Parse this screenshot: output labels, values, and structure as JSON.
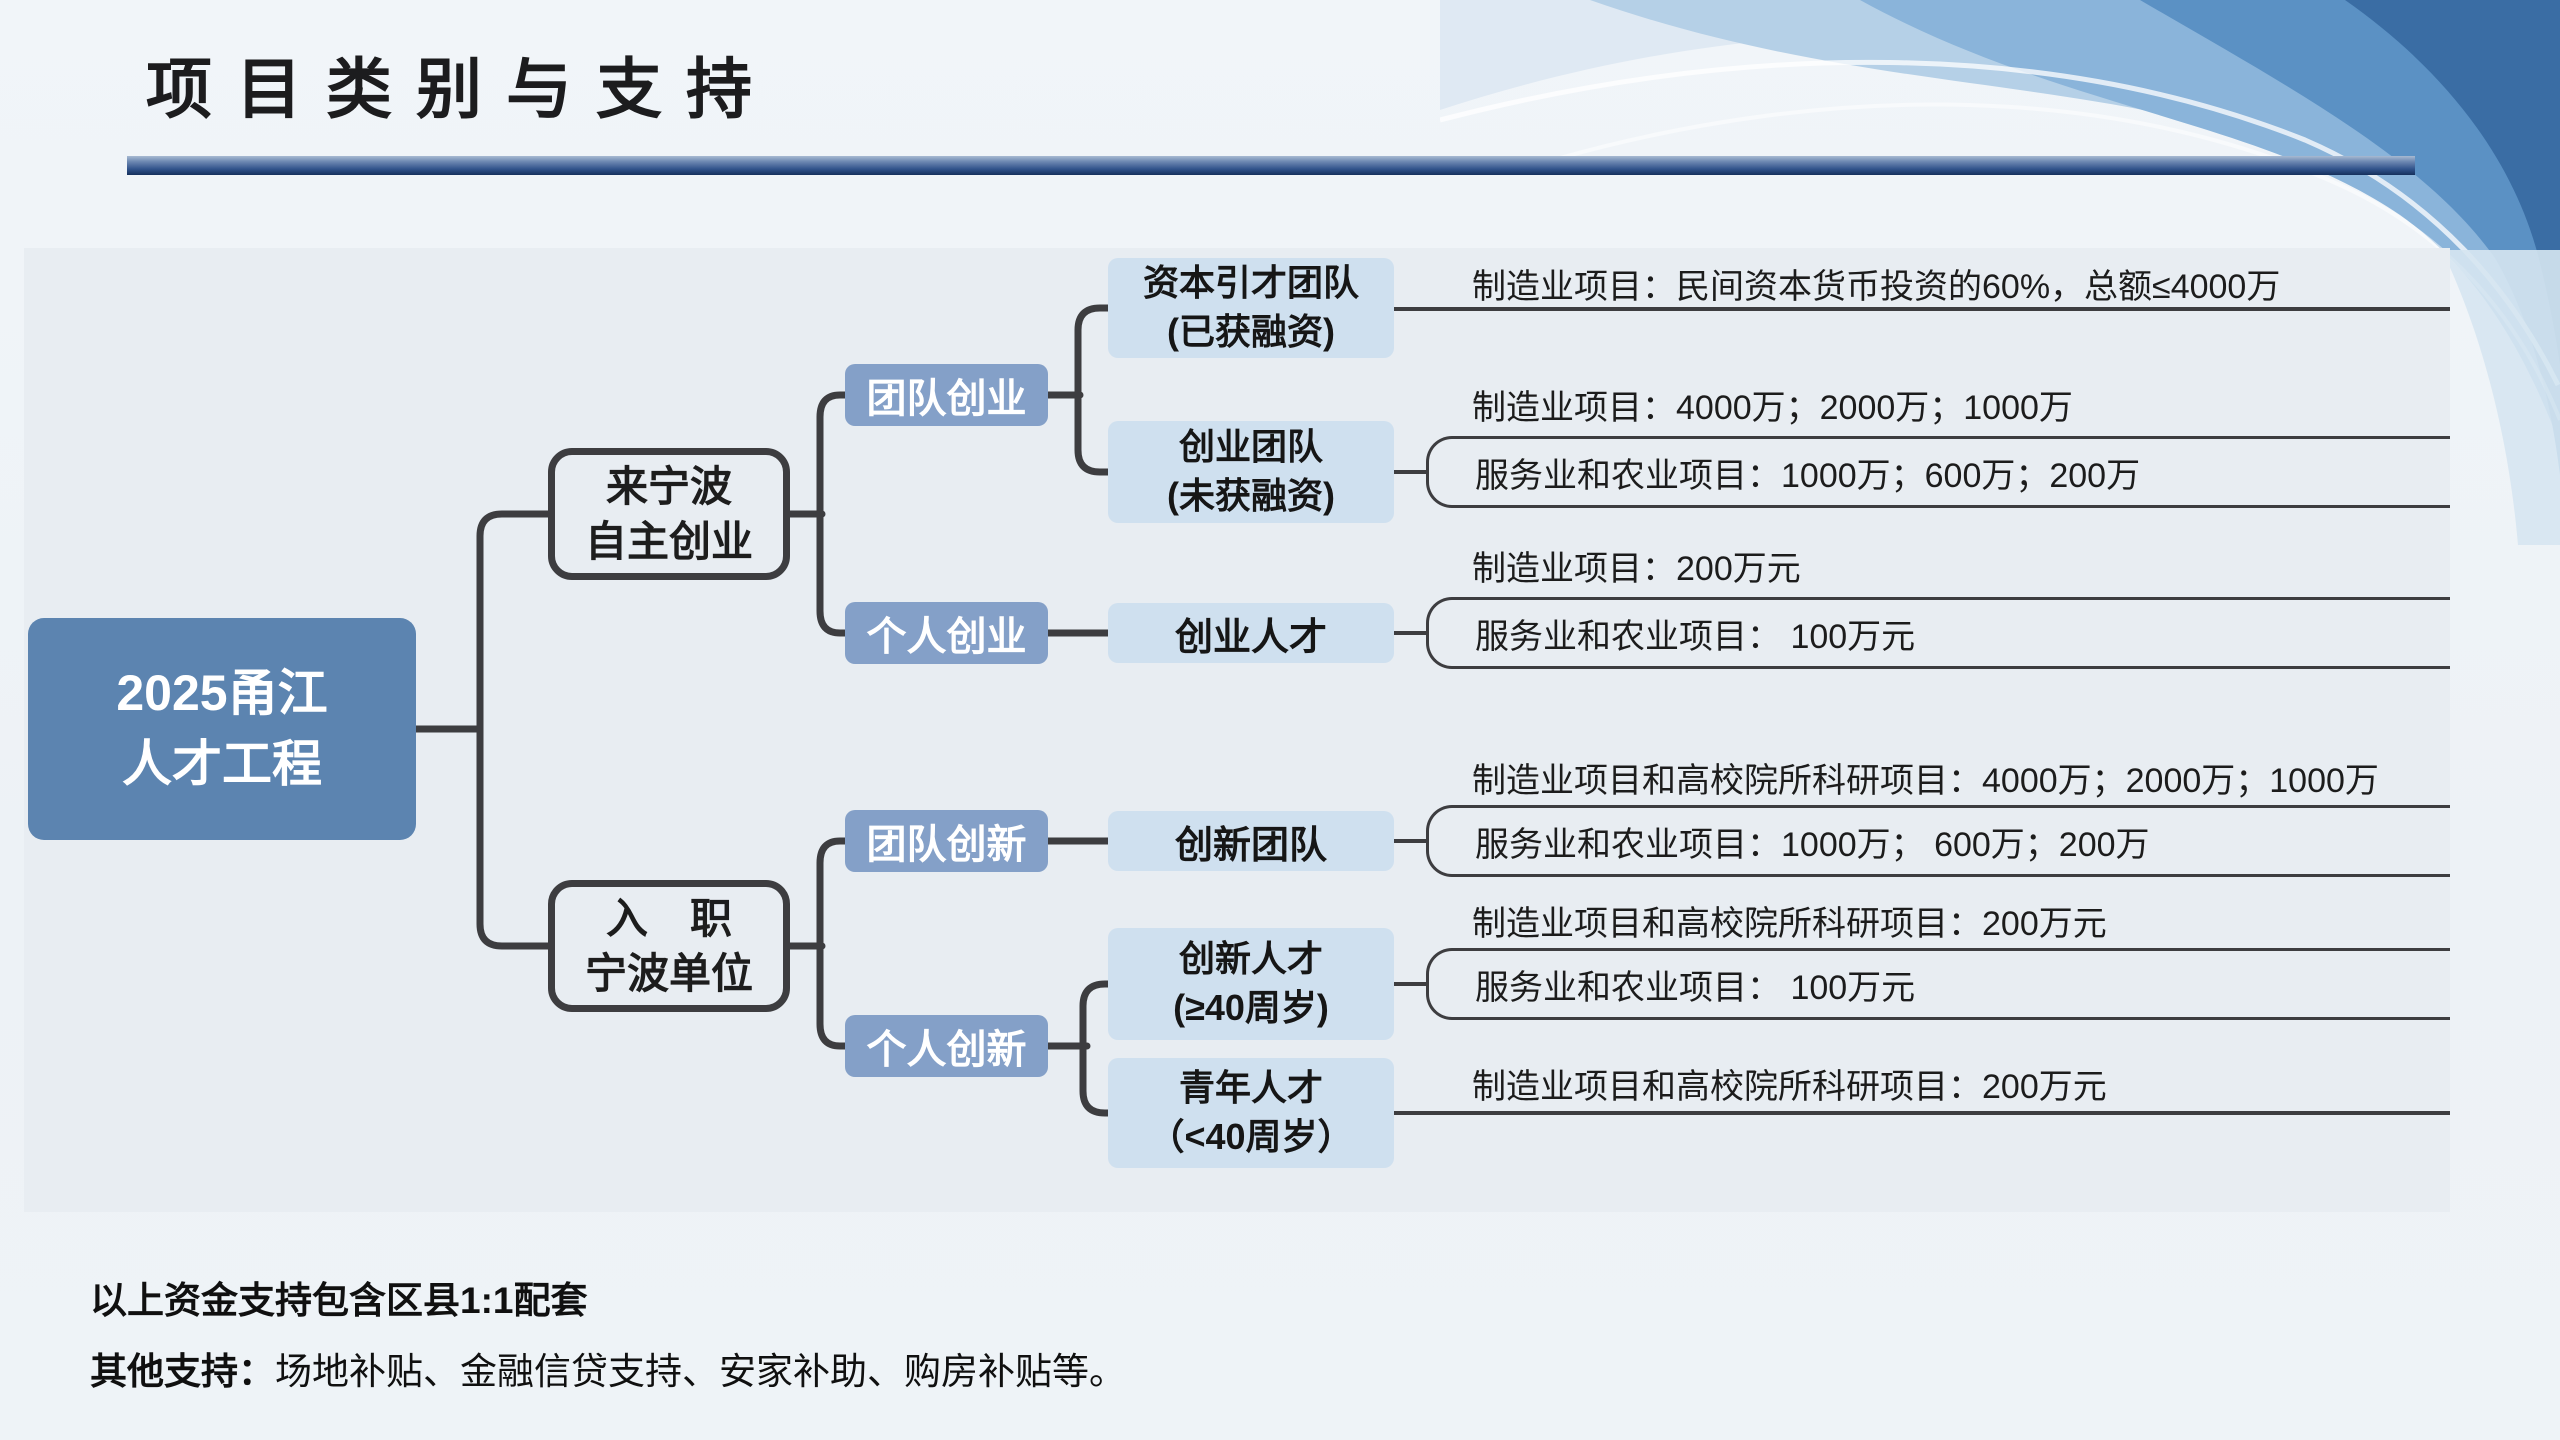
{
  "title": "项目类别与支持",
  "tree": {
    "root": {
      "l1": "2025甬江",
      "l2": "人才工程"
    },
    "b1": {
      "l1": "来宁波",
      "l2": "自主创业"
    },
    "b2": {
      "l1": "入　职",
      "l2": "宁波单位"
    },
    "team_startup": {
      "label": "团队创业"
    },
    "personal_startup": {
      "label": "个人创业"
    },
    "team_innovation": {
      "label": "团队创新"
    },
    "personal_innovation": {
      "label": "个人创新"
    },
    "capital_team": {
      "l1": "资本引才团队",
      "l2": "(已获融资)"
    },
    "startup_team": {
      "l1": "创业团队",
      "l2": "(未获融资)"
    },
    "startup_talent": {
      "l1": "创业人才"
    },
    "innovation_team": {
      "l1": "创新团队"
    },
    "innovation_talent": {
      "l1": "创新人才",
      "l2": "(≥40周岁)"
    },
    "young_talent": {
      "l1": "青年人才",
      "l2": "（<40周岁）"
    }
  },
  "notes": {
    "capital_line": "制造业项目：民间资本货币投资的60%，总额≤4000万",
    "startup_team_top": "制造业项目：4000万；2000万；1000万",
    "startup_team_box": "服务业和农业项目：1000万；600万；200万",
    "startup_talent_top": "制造业项目：200万元",
    "startup_talent_box": "服务业和农业项目： 100万元",
    "innovation_team_top": "制造业项目和高校院所科研项目：4000万；2000万；1000万",
    "innovation_team_box": "服务业和农业项目：1000万； 600万；200万",
    "innovation_talent_top": "制造业项目和高校院所科研项目：200万元",
    "innovation_talent_box": "服务业和农业项目： 100万元",
    "young_talent_line": "制造业项目和高校院所科研项目：200万元"
  },
  "footnotes": {
    "line1": "以上资金支持包含区县1:1配套",
    "line2_bold": "其他支持：",
    "line2_rest": "场地补贴、金融信贷支持、安家补助、购房补贴等。"
  },
  "colors": {
    "root_blue": "#5c84b0",
    "mid_blue": "#84a0c8",
    "light_blue": "#cfe0ef",
    "stroke": "#3d3d40",
    "bar_navy": "#16305c",
    "panel": "#e8edf2"
  }
}
